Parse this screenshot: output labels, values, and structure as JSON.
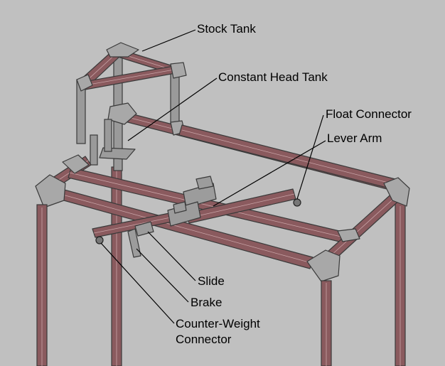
{
  "labels": {
    "stock_tank": "Stock Tank",
    "constant_head_tank": "Constant Head Tank",
    "float_connector": "Float Connector",
    "lever_arm": "Lever Arm",
    "slide": "Slide",
    "brake": "Brake",
    "counter_weight_connector_line1": "Counter-Weight",
    "counter_weight_connector_line2": "Connector"
  },
  "colors": {
    "background": "#c0c0c0",
    "frame_fill": "#8a5a5e",
    "frame_edge": "#3a3a3a",
    "bracket_fill": "#a8a8a8",
    "leader_line": "#000000"
  }
}
